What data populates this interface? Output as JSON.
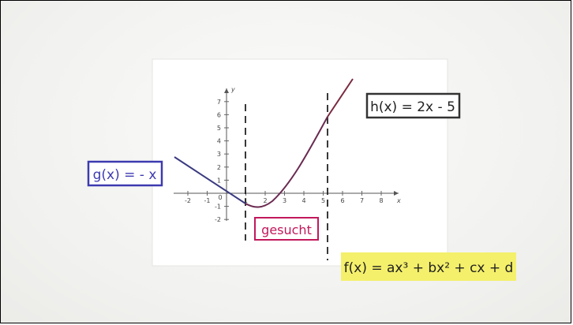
{
  "labels": {
    "g": "g(x) = - x",
    "h": "h(x) = 2x - 5",
    "f": "f(x) = ax³ + bx² + cx + d",
    "gesucht": "gesucht"
  },
  "axes": {
    "x_label": "x",
    "y_label": "y",
    "x_ticks": [
      "-2",
      "-1",
      "0",
      "1",
      "2",
      "3",
      "4",
      "5",
      "6",
      "7",
      "8"
    ],
    "y_ticks": [
      "7",
      "6",
      "5",
      "4",
      "3",
      "2",
      "1",
      "-1",
      "-2"
    ]
  },
  "colors": {
    "g_frame": "#3d3ab0",
    "h_frame": "#333333",
    "f_note": "#f4f06b",
    "gesucht_frame": "#c2185b",
    "curve_left": "#3a3a80",
    "curve_right": "#7a2a40"
  }
}
